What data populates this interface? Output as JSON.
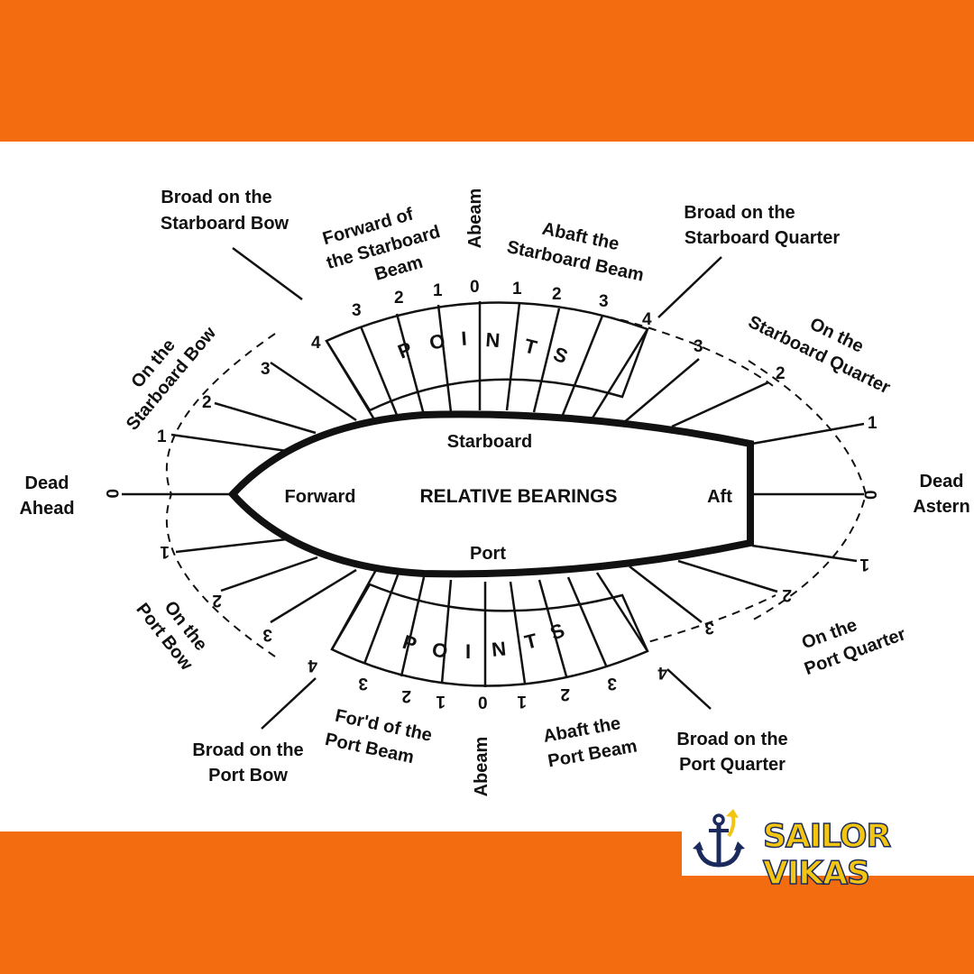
{
  "title": "RELATIVE BEARINGS",
  "hull_labels": {
    "starboard": "Starboard",
    "port": "Port",
    "forward": "Forward",
    "aft": "Aft"
  },
  "points_label": [
    "P",
    "O",
    "I",
    "N",
    "T",
    "S"
  ],
  "sector_labels": {
    "dead_ahead": [
      "Dead",
      "Ahead"
    ],
    "dead_astern": [
      "Dead",
      "Astern"
    ],
    "on_starboard_bow": [
      "On the",
      "Starboard Bow"
    ],
    "broad_on_starboard_bow": [
      "Broad on the",
      "Starboard Bow"
    ],
    "forward_of_starboard_beam": [
      "Forward of",
      "the Starboard",
      "Beam"
    ],
    "abeam_starboard": "Abeam",
    "abaft_starboard_beam": [
      "Abaft the",
      "Starboard Beam"
    ],
    "broad_on_starboard_quarter": [
      "Broad on the",
      "Starboard Quarter"
    ],
    "on_starboard_quarter": [
      "On the",
      "Starboard Quarter"
    ],
    "on_port_bow": [
      "On the",
      "Port Bow"
    ],
    "broad_on_port_bow": [
      "Broad on the",
      "Port Bow"
    ],
    "ford_of_port_beam": [
      "For'd of the",
      "Port Beam"
    ],
    "abeam_port": "Abeam",
    "abaft_port_beam": [
      "Abaft the",
      "Port Beam"
    ],
    "broad_on_port_quarter": [
      "Broad on the",
      "Port Quarter"
    ],
    "on_port_quarter": [
      "On the",
      "Port Quarter"
    ]
  },
  "point_numbers": [
    "0",
    "1",
    "2",
    "3",
    "4"
  ],
  "brand": {
    "name": "SAILOR VIKAS"
  },
  "colors": {
    "band": "#f36c0f",
    "panel": "#ffffff",
    "ink": "#111111",
    "brand_yellow": "#f2c512",
    "brand_navy": "#1b2a5c"
  }
}
